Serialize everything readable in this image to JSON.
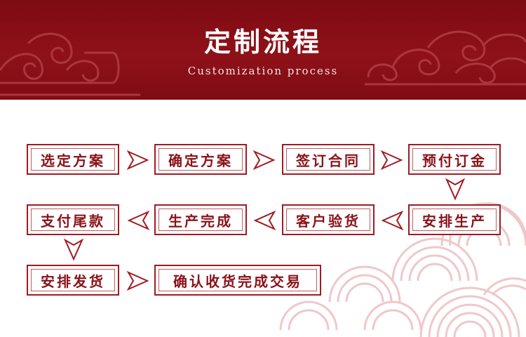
{
  "header": {
    "title": "定制流程",
    "subtitle": "Customization process"
  },
  "colors": {
    "banner_red": "#8f1119",
    "box_border": "#a11a22",
    "box_text": "#8a1218",
    "wave_pink": "#efc8c9"
  },
  "steps": [
    {
      "label": "选定方案"
    },
    {
      "label": "确定方案"
    },
    {
      "label": "签订合同"
    },
    {
      "label": "预付订金"
    },
    {
      "label": "安排生产"
    },
    {
      "label": "客户验货"
    },
    {
      "label": "生产完成"
    },
    {
      "label": "支付尾款"
    },
    {
      "label": "安排发货"
    },
    {
      "label": "确认收货完成交易"
    }
  ]
}
